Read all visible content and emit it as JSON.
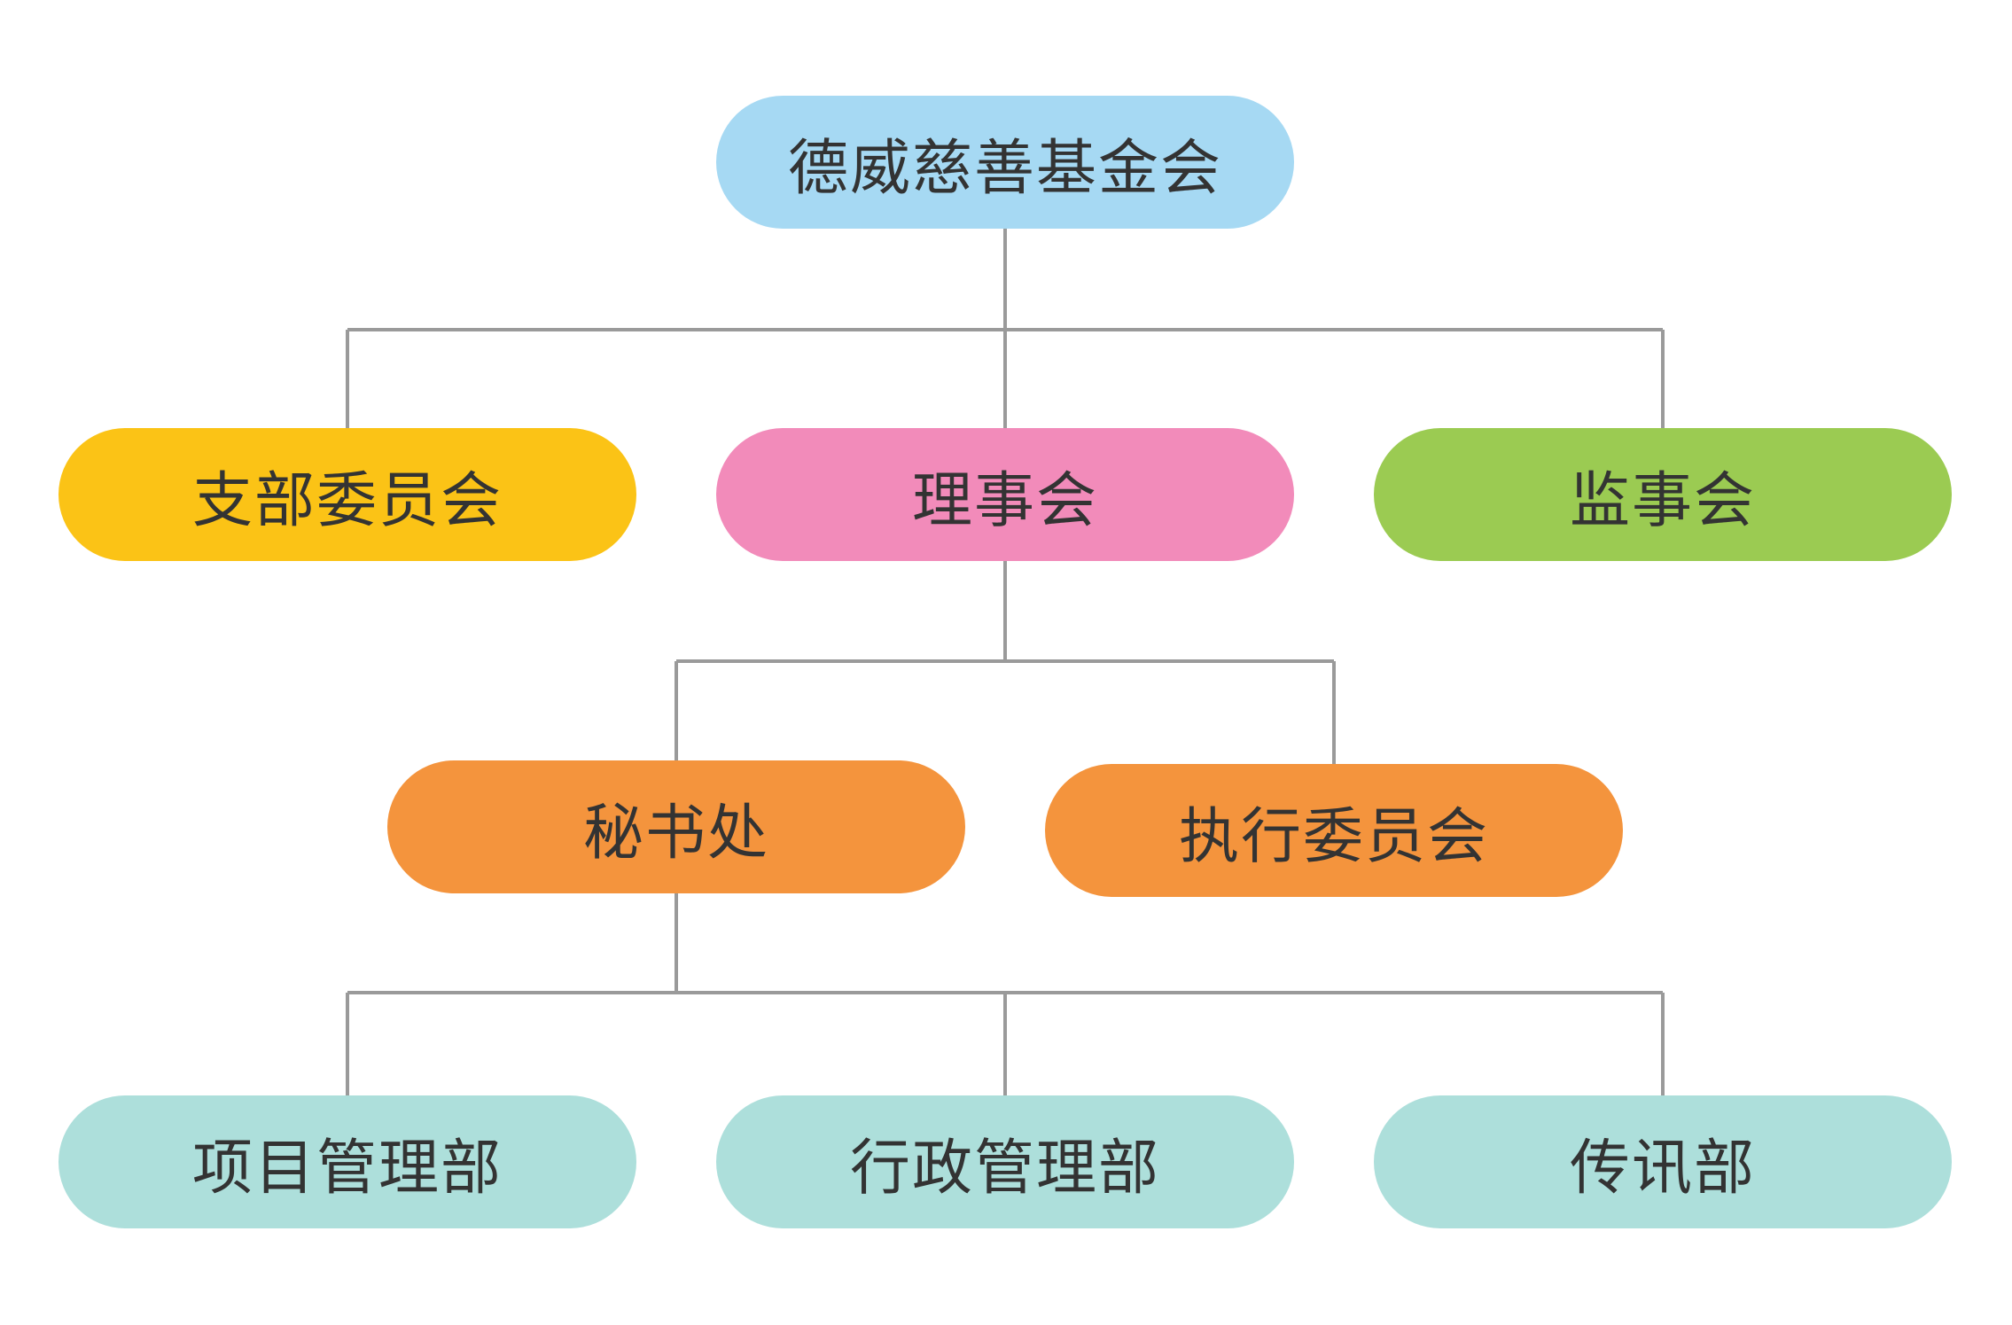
{
  "colors": {
    "connector": "#9a9a9a",
    "text": "#333333",
    "root": "#a6d9f3",
    "branch_committee": "#fbc316",
    "board": "#f28bba",
    "supervisory": "#9bcb52",
    "secretariat": "#f4943d",
    "executive": "#f4943d",
    "department": "#addfdb"
  },
  "root": {
    "label": "德威慈善基金会"
  },
  "level2": {
    "branch_committee": "支部委员会",
    "board": "理事会",
    "supervisory_board": "监事会"
  },
  "level3": {
    "secretariat": "秘书处",
    "executive_committee": "执行委员会"
  },
  "level4": {
    "project_management": "项目管理部",
    "administration_management": "行政管理部",
    "communications": "传讯部"
  }
}
